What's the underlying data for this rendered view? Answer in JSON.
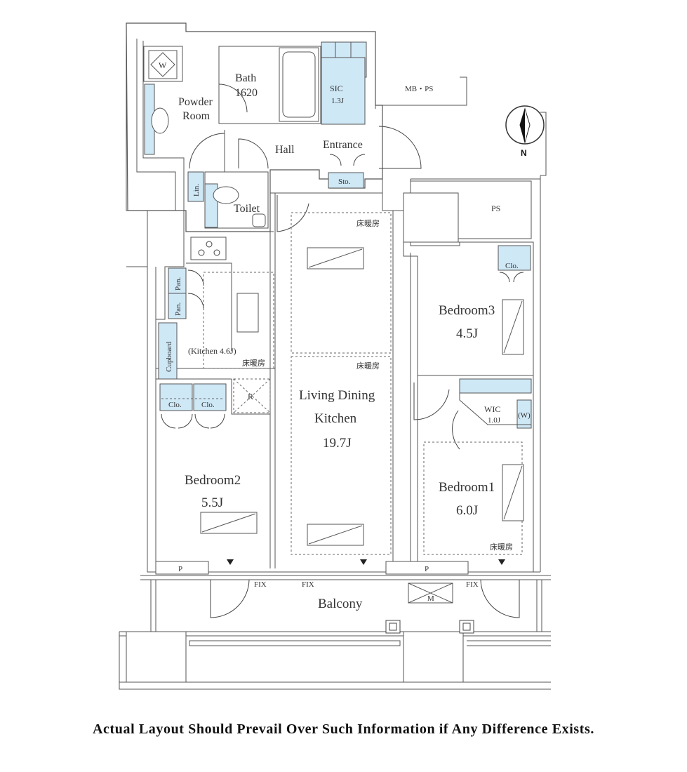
{
  "rooms": {
    "bath": {
      "name": "Bath",
      "size": "1620"
    },
    "powder": {
      "line1": "Powder",
      "line2": "Room"
    },
    "sic": {
      "name": "SIC",
      "size": "1.3J"
    },
    "mbps": "MB・PS",
    "hall": "Hall",
    "entrance": "Entrance",
    "storage": "Sto.",
    "linen": "Lin.",
    "toilet": "Toilet",
    "ps": "PS",
    "pantry1": "Pan.",
    "pantry2": "Pan.",
    "cupboard": "Cupboard",
    "kitchen": "(Kitchen 4.6J)",
    "floor_heating_kitchen": "床暖房",
    "floor_heating_ldk_top": "床暖房",
    "floor_heating_ldk_mid": "床暖房",
    "floor_heating_bed1": "床暖房",
    "ldk": {
      "line1": "Living Dining",
      "line2": "Kitchen",
      "size": "19.7J"
    },
    "bedroom3": {
      "name": "Bedroom3",
      "size": "4.5J"
    },
    "bedroom3_closet": "Clo.",
    "wic": {
      "name": "WIC",
      "size": "1.0J",
      "w": "(W)"
    },
    "bedroom1": {
      "name": "Bedroom1",
      "size": "6.0J"
    },
    "bedroom2": {
      "name": "Bedroom2",
      "size": "5.5J"
    },
    "bedroom2_closet1": "Clo.",
    "bedroom2_closet2": "Clo.",
    "refrigerator": "R",
    "washer": "W",
    "balcony": "Balcony",
    "fix1": "FIX",
    "fix2": "FIX",
    "fix3": "FIX",
    "p1": "P",
    "p2": "P",
    "m": "M"
  },
  "compass": {
    "label": "N"
  },
  "disclaimer": "Actual Layout Should Prevail Over Such Information if Any Difference Exists."
}
